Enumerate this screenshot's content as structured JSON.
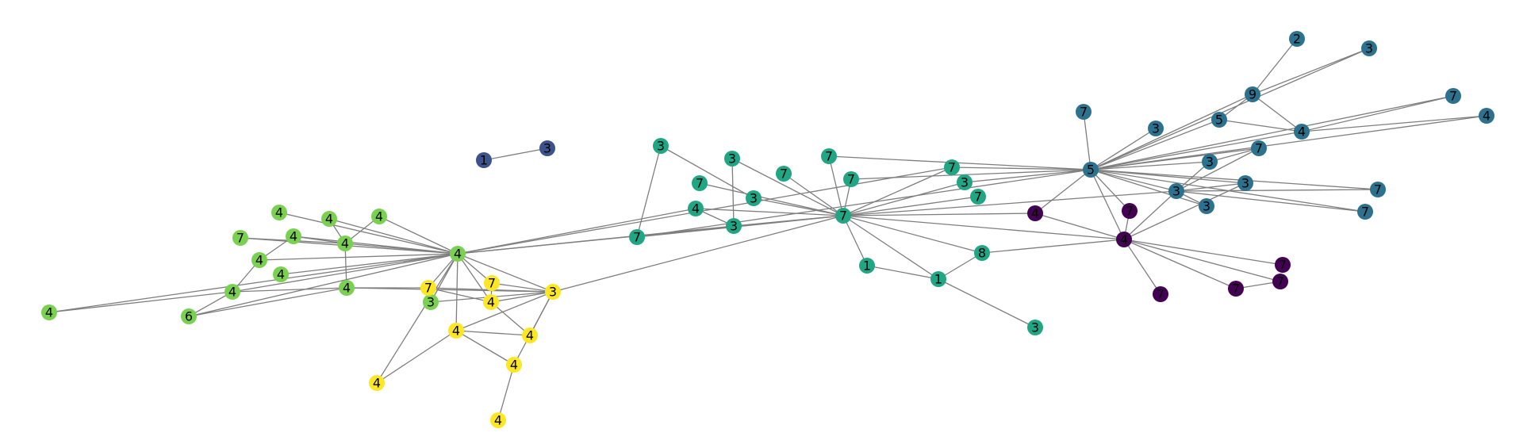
{
  "clusters": {
    "dark": "#440154",
    "navy": "#3b528b",
    "teal": "#2c728e",
    "sea": "#21a685",
    "green": "#7ad151",
    "yellow": "#fde725"
  },
  "nodes": [
    {
      "id": "n1",
      "label": "1",
      "cluster": "navy"
    },
    {
      "id": "n2",
      "label": "3",
      "cluster": "navy"
    },
    {
      "id": "g1",
      "label": "4",
      "cluster": "green"
    },
    {
      "id": "g2",
      "label": "4",
      "cluster": "green"
    },
    {
      "id": "g3",
      "label": "4",
      "cluster": "green"
    },
    {
      "id": "g4",
      "label": "7",
      "cluster": "green"
    },
    {
      "id": "g5",
      "label": "4",
      "cluster": "green"
    },
    {
      "id": "g6",
      "label": "4",
      "cluster": "green"
    },
    {
      "id": "g7",
      "label": "4",
      "cluster": "green"
    },
    {
      "id": "g8",
      "label": "4",
      "cluster": "green"
    },
    {
      "id": "g9",
      "label": "4",
      "cluster": "green"
    },
    {
      "id": "g10",
      "label": "4",
      "cluster": "green"
    },
    {
      "id": "g11",
      "label": "4",
      "cluster": "green"
    },
    {
      "id": "g12",
      "label": "4",
      "cluster": "green"
    },
    {
      "id": "g13",
      "label": "6",
      "cluster": "green"
    },
    {
      "id": "g14",
      "label": "3",
      "cluster": "green"
    },
    {
      "id": "y1",
      "label": "7",
      "cluster": "yellow"
    },
    {
      "id": "y2",
      "label": "7",
      "cluster": "yellow"
    },
    {
      "id": "y3",
      "label": "4",
      "cluster": "yellow"
    },
    {
      "id": "y4",
      "label": "3",
      "cluster": "yellow"
    },
    {
      "id": "y5",
      "label": "4",
      "cluster": "yellow"
    },
    {
      "id": "y6",
      "label": "4",
      "cluster": "yellow"
    },
    {
      "id": "y7",
      "label": "4",
      "cluster": "yellow"
    },
    {
      "id": "y8",
      "label": "4",
      "cluster": "yellow"
    },
    {
      "id": "y9",
      "label": "4",
      "cluster": "yellow"
    },
    {
      "id": "s1",
      "label": "3",
      "cluster": "sea"
    },
    {
      "id": "s2",
      "label": "3",
      "cluster": "sea"
    },
    {
      "id": "s3",
      "label": "7",
      "cluster": "sea"
    },
    {
      "id": "s4",
      "label": "3",
      "cluster": "sea"
    },
    {
      "id": "s5",
      "label": "7",
      "cluster": "sea"
    },
    {
      "id": "s6",
      "label": "7",
      "cluster": "sea"
    },
    {
      "id": "s7",
      "label": "7",
      "cluster": "sea"
    },
    {
      "id": "s8",
      "label": "7",
      "cluster": "sea"
    },
    {
      "id": "s9",
      "label": "3",
      "cluster": "sea"
    },
    {
      "id": "s10",
      "label": "4",
      "cluster": "sea"
    },
    {
      "id": "s11",
      "label": "3",
      "cluster": "sea"
    },
    {
      "id": "s12",
      "label": "7",
      "cluster": "sea"
    },
    {
      "id": "s13",
      "label": "7",
      "cluster": "sea"
    },
    {
      "id": "s14",
      "label": "7",
      "cluster": "sea"
    },
    {
      "id": "s15",
      "label": "1",
      "cluster": "sea"
    },
    {
      "id": "s16",
      "label": "1",
      "cluster": "sea"
    },
    {
      "id": "s17",
      "label": "8",
      "cluster": "sea"
    },
    {
      "id": "s18",
      "label": "3",
      "cluster": "sea"
    },
    {
      "id": "t1",
      "label": "7",
      "cluster": "teal"
    },
    {
      "id": "t2",
      "label": "3",
      "cluster": "teal"
    },
    {
      "id": "t3",
      "label": "5",
      "cluster": "teal"
    },
    {
      "id": "t4",
      "label": "2",
      "cluster": "teal"
    },
    {
      "id": "t5",
      "label": "3",
      "cluster": "teal"
    },
    {
      "id": "t6",
      "label": "9",
      "cluster": "teal"
    },
    {
      "id": "t7",
      "label": "5",
      "cluster": "teal"
    },
    {
      "id": "t8",
      "label": "4",
      "cluster": "teal"
    },
    {
      "id": "t9",
      "label": "7",
      "cluster": "teal"
    },
    {
      "id": "t10",
      "label": "4",
      "cluster": "teal"
    },
    {
      "id": "t11",
      "label": "3",
      "cluster": "teal"
    },
    {
      "id": "t12",
      "label": "7",
      "cluster": "teal"
    },
    {
      "id": "t13",
      "label": "3",
      "cluster": "teal"
    },
    {
      "id": "t14",
      "label": "3",
      "cluster": "teal"
    },
    {
      "id": "t15",
      "label": "3",
      "cluster": "teal"
    },
    {
      "id": "t16",
      "label": "7",
      "cluster": "teal"
    },
    {
      "id": "t17",
      "label": "7",
      "cluster": "teal"
    },
    {
      "id": "p1",
      "label": "4",
      "cluster": "dark"
    },
    {
      "id": "p2",
      "label": "7",
      "cluster": "dark"
    },
    {
      "id": "p3",
      "label": "4",
      "cluster": "dark"
    },
    {
      "id": "p4",
      "label": "7",
      "cluster": "dark"
    },
    {
      "id": "p5",
      "label": "7",
      "cluster": "dark"
    },
    {
      "id": "p6",
      "label": "7",
      "cluster": "dark"
    },
    {
      "id": "p7",
      "label": "7",
      "cluster": "dark"
    }
  ],
  "edges": [
    [
      "n1",
      "n2"
    ],
    [
      "g1",
      "g12"
    ],
    [
      "g2",
      "g12"
    ],
    [
      "g3",
      "g12"
    ],
    [
      "g4",
      "g12"
    ],
    [
      "g5",
      "g12"
    ],
    [
      "g6",
      "g12"
    ],
    [
      "g7",
      "g12"
    ],
    [
      "g8",
      "g12"
    ],
    [
      "g9",
      "g12"
    ],
    [
      "g10",
      "g12"
    ],
    [
      "g13",
      "g12"
    ],
    [
      "g14",
      "g12"
    ],
    [
      "g2",
      "g5"
    ],
    [
      "g3",
      "g5"
    ],
    [
      "g4",
      "g5"
    ],
    [
      "g6",
      "g5"
    ],
    [
      "g5",
      "g11"
    ],
    [
      "g6",
      "g7"
    ],
    [
      "g7",
      "g9"
    ],
    [
      "g9",
      "g10"
    ],
    [
      "g9",
      "g11"
    ],
    [
      "g9",
      "g13"
    ],
    [
      "g11",
      "g13"
    ],
    [
      "g11",
      "y1"
    ],
    [
      "g11",
      "y4"
    ],
    [
      "g12",
      "y1"
    ],
    [
      "g12",
      "y2"
    ],
    [
      "g12",
      "y3"
    ],
    [
      "g12",
      "y4"
    ],
    [
      "g12",
      "y5"
    ],
    [
      "g12",
      "y8"
    ],
    [
      "g12",
      "s10"
    ],
    [
      "g12",
      "s8"
    ],
    [
      "g12",
      "s11"
    ],
    [
      "g12",
      "s14"
    ],
    [
      "y1",
      "y4"
    ],
    [
      "y1",
      "y3"
    ],
    [
      "y2",
      "y3"
    ],
    [
      "y2",
      "y4"
    ],
    [
      "y3",
      "y4"
    ],
    [
      "y4",
      "g14"
    ],
    [
      "y5",
      "y6"
    ],
    [
      "y5",
      "y7"
    ],
    [
      "y5",
      "y4"
    ],
    [
      "y6",
      "y4"
    ],
    [
      "y6",
      "y3"
    ],
    [
      "y7",
      "y4"
    ],
    [
      "y7",
      "y5"
    ],
    [
      "y7",
      "y9"
    ],
    [
      "y8",
      "y5"
    ],
    [
      "y4",
      "s14"
    ],
    [
      "s1",
      "s13"
    ],
    [
      "s1",
      "s4"
    ],
    [
      "s2",
      "s14"
    ],
    [
      "s2",
      "s11"
    ],
    [
      "s3",
      "s14"
    ],
    [
      "s5",
      "s14"
    ],
    [
      "s6",
      "s14"
    ],
    [
      "s7",
      "s14"
    ],
    [
      "s8",
      "s14"
    ],
    [
      "s9",
      "s14"
    ],
    [
      "s10",
      "s14"
    ],
    [
      "s11",
      "s14"
    ],
    [
      "s12",
      "s14"
    ],
    [
      "s13",
      "s14"
    ],
    [
      "s4",
      "s14"
    ],
    [
      "s15",
      "s14"
    ],
    [
      "s16",
      "s14"
    ],
    [
      "s17",
      "s14"
    ],
    [
      "s15",
      "s16"
    ],
    [
      "s16",
      "s17"
    ],
    [
      "s16",
      "s18"
    ],
    [
      "s10",
      "s11"
    ],
    [
      "s13",
      "t3"
    ],
    [
      "s8",
      "t3"
    ],
    [
      "s9",
      "t3"
    ],
    [
      "s6",
      "t3"
    ],
    [
      "s7",
      "t3"
    ],
    [
      "s14",
      "p1"
    ],
    [
      "s14",
      "t13"
    ],
    [
      "s14",
      "p3"
    ],
    [
      "s17",
      "p3"
    ],
    [
      "t1",
      "t3"
    ],
    [
      "t2",
      "t3"
    ],
    [
      "t3",
      "t5"
    ],
    [
      "t3",
      "t7"
    ],
    [
      "t3",
      "t6"
    ],
    [
      "t3",
      "t8"
    ],
    [
      "t3",
      "t9"
    ],
    [
      "t3",
      "t10"
    ],
    [
      "t3",
      "t11"
    ],
    [
      "t3",
      "t12"
    ],
    [
      "t3",
      "t13"
    ],
    [
      "t3",
      "t14"
    ],
    [
      "t3",
      "t15"
    ],
    [
      "t3",
      "t16"
    ],
    [
      "t3",
      "t17"
    ],
    [
      "t3",
      "p1"
    ],
    [
      "t3",
      "p2"
    ],
    [
      "t3",
      "p3"
    ],
    [
      "t4",
      "t6"
    ],
    [
      "t5",
      "t6"
    ],
    [
      "t6",
      "t7"
    ],
    [
      "t6",
      "t8"
    ],
    [
      "t7",
      "t8"
    ],
    [
      "t8",
      "t9"
    ],
    [
      "t8",
      "t10"
    ],
    [
      "t11",
      "t12"
    ],
    [
      "t11",
      "t13"
    ],
    [
      "t12",
      "t13"
    ],
    [
      "t13",
      "t14"
    ],
    [
      "t13",
      "t15"
    ],
    [
      "t13",
      "t16"
    ],
    [
      "t13",
      "t17"
    ],
    [
      "t13",
      "p3"
    ],
    [
      "t14",
      "p3"
    ],
    [
      "p1",
      "p3"
    ],
    [
      "p2",
      "p3"
    ],
    [
      "p3",
      "p4"
    ],
    [
      "p3",
      "p5"
    ],
    [
      "p3",
      "p6"
    ],
    [
      "p3",
      "p7"
    ],
    [
      "p6",
      "p5"
    ]
  ]
}
